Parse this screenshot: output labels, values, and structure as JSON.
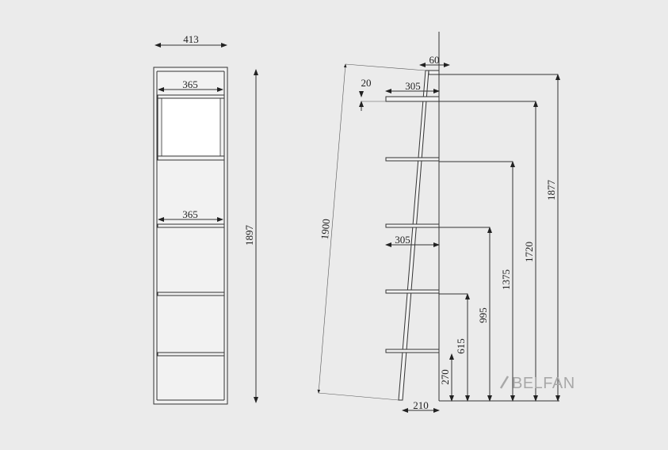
{
  "front_view": {
    "width_label": "413",
    "box_width_label": "365",
    "shelf_width_label": "365",
    "height_label": "1897"
  },
  "side_view": {
    "cap_width_label": "60",
    "shelf_offset_label": "20",
    "top_shelf_depth_label": "305",
    "mid_shelf_depth_label": "305",
    "diagonal_length_label": "1900",
    "base_depth_label": "210",
    "heights": [
      "1877",
      "1720",
      "1375",
      "995",
      "615",
      "270"
    ]
  },
  "logo": {
    "text": "BELFAN"
  },
  "colors": {
    "background": "#ebebeb",
    "line": "#333333",
    "logo": "#a8a8a8"
  }
}
